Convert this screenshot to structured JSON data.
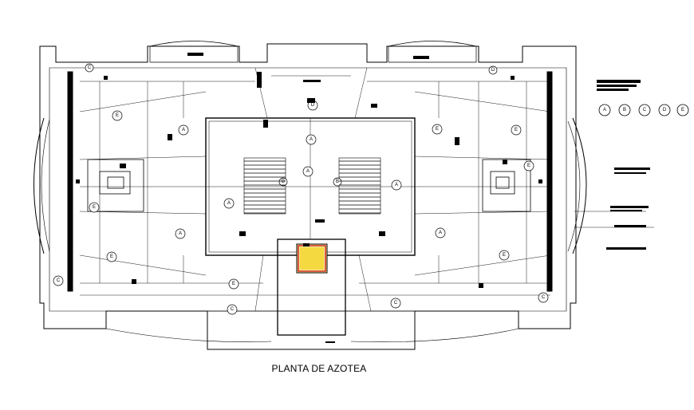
{
  "drawing": {
    "caption": "PLANTA DE AZOTEA"
  },
  "legend": {
    "markers": [
      "A",
      "B",
      "C",
      "D",
      "E"
    ]
  },
  "markers": {
    "a": "A",
    "b": "B",
    "c": "C",
    "d": "D",
    "e": "E"
  }
}
